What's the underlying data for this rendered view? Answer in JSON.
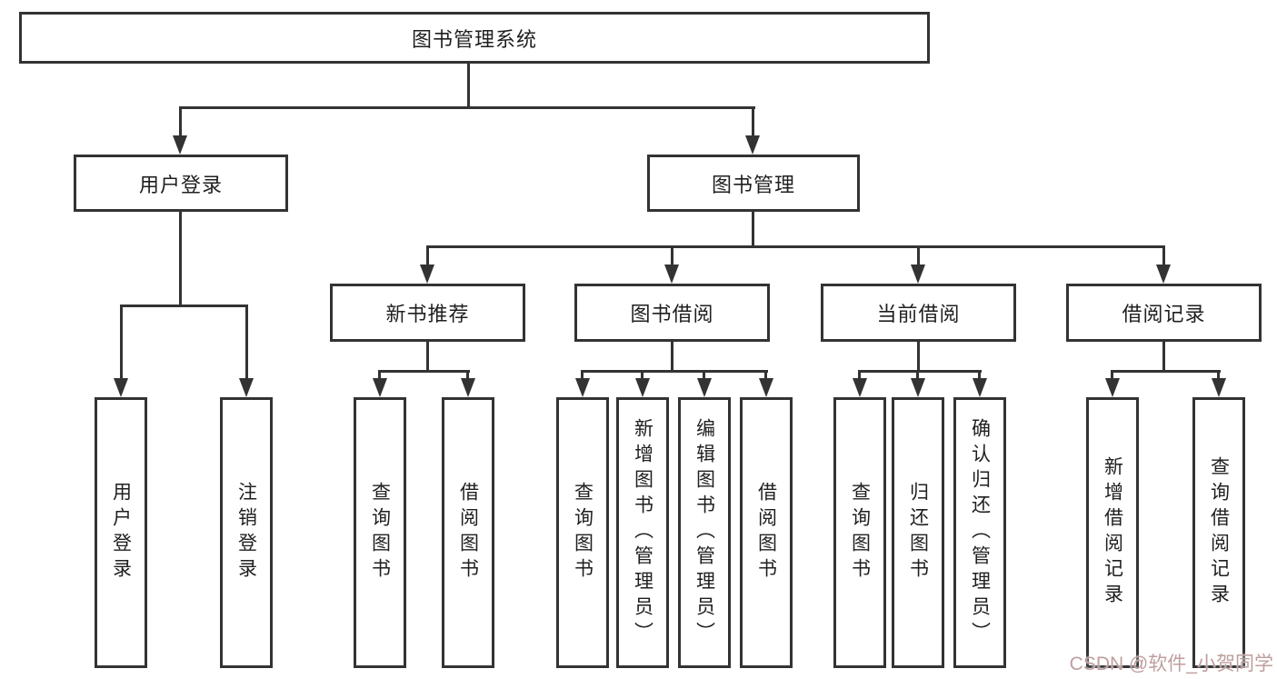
{
  "diagram": {
    "title": "图书管理系统",
    "root": {
      "label": "图书管理系统"
    },
    "branches": {
      "user_login": {
        "label": "用户登录",
        "children": [
          "用户登录",
          "注销登录"
        ]
      },
      "book_mgmt": {
        "label": "图书管理"
      }
    },
    "modules": [
      {
        "label": "新书推荐",
        "children": [
          "查询图书",
          "借阅图书"
        ]
      },
      {
        "label": "图书借阅",
        "children": [
          "查询图书",
          "新增图书（管理员）",
          "编辑图书（管理员）",
          "借阅图书"
        ]
      },
      {
        "label": "当前借阅",
        "children": [
          "查询图书",
          "归还图书",
          "确认归还（管理员）"
        ]
      },
      {
        "label": "借阅记录",
        "children": [
          "新增借阅记录",
          "查询借阅记录"
        ]
      }
    ],
    "colors": {
      "line": "#333333",
      "text": "#1f1f1f",
      "background": "#ffffff",
      "watermark": "#bf9e9e"
    }
  },
  "watermark": {
    "text": "CSDN @软件_小贺同学"
  }
}
